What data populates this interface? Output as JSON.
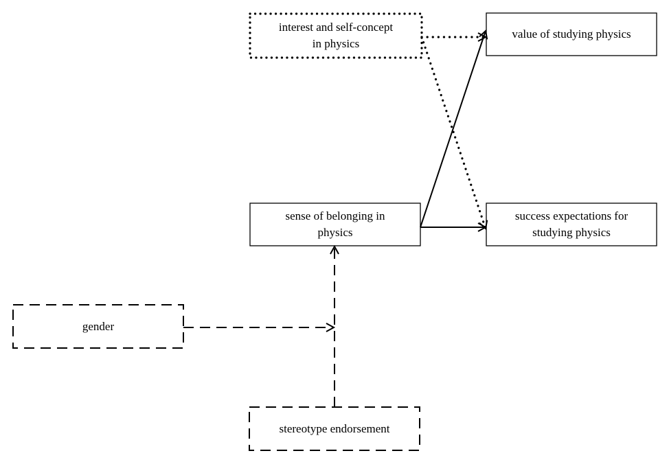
{
  "nodes": {
    "interest": {
      "label": "interest and self-concept\nin physics",
      "border": "dotted"
    },
    "value": {
      "label": "value of studying physics",
      "border": "solid"
    },
    "belonging": {
      "label": "sense of belonging in\nphysics",
      "border": "solid"
    },
    "success": {
      "label": "success expectations for\nstudying physics",
      "border": "solid"
    },
    "gender": {
      "label": "gender",
      "border": "dashed"
    },
    "stereotype": {
      "label": "stereotype endorsement",
      "border": "dashed"
    }
  },
  "edges": [
    {
      "from": "interest",
      "to": "value",
      "style": "dotted"
    },
    {
      "from": "interest",
      "to": "success",
      "style": "dotted"
    },
    {
      "from": "belonging",
      "to": "value",
      "style": "solid"
    },
    {
      "from": "belonging",
      "to": "success",
      "style": "solid"
    },
    {
      "from": "stereotype",
      "to": "belonging",
      "style": "dashed"
    },
    {
      "from": "gender",
      "to": "stereotype-belonging-path",
      "style": "dashed",
      "note_type": "moderation"
    }
  ],
  "colors": {
    "stroke": "#000000",
    "background": "#ffffff"
  }
}
